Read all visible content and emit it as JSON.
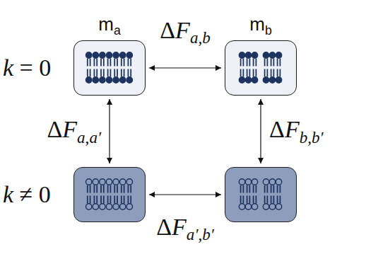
{
  "diagram": {
    "nodes": [
      {
        "text": [
          "ma"
        ]
      },
      {
        "text": [
          "mb"
        ]
      },
      {
        "text": []
      },
      {
        "text": []
      }
    ],
    "edges": [
      {
        "from": 0,
        "to": 1,
        "arrow": "both",
        "label": "ΔFa,b"
      },
      {
        "from": 0,
        "to": 2,
        "arrow": "both",
        "label": "ΔFa,a′"
      },
      {
        "from": 1,
        "to": 3,
        "arrow": "both",
        "label": "ΔFb,b′"
      },
      {
        "from": 2,
        "to": 3,
        "arrow": "both",
        "label": "ΔFa′,b′"
      }
    ],
    "labels": [
      "k = 0",
      "k ≠ 0"
    ]
  }
}
